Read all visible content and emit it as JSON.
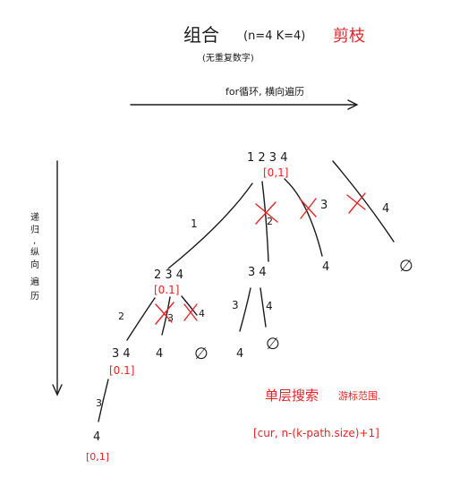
{
  "title": {
    "main": "组合",
    "params": "(n=4  K=4)",
    "subtitle": "(无重复数字)",
    "pruning": "剪枝"
  },
  "axes": {
    "horizontal_label": "for循环, 横向遍历",
    "vertical_label": [
      "递",
      "归",
      ",",
      "纵",
      "向",
      "遍",
      "历"
    ]
  },
  "tree": {
    "root": {
      "items": "1  2  3  4",
      "range": "[0,1]"
    },
    "level1_edges": {
      "e1": "1",
      "e2": "2",
      "e3": "3",
      "e4": "4"
    },
    "level1_nodes": {
      "n1": "2 3 4",
      "n2": "3 4",
      "n3": "4",
      "n4": "∅"
    },
    "level1_range": "[0.1]",
    "level2_edges": {
      "a": "2",
      "b": "3",
      "c": "4",
      "d": "3",
      "e": "4"
    },
    "level2_nodes": {
      "m1": "3 4",
      "m2": "4",
      "m3": "∅",
      "m4": "4",
      "m5": "∅"
    },
    "level2_range": "[0.1]",
    "level3_edge": "3",
    "level3_node": "4",
    "level3_range": "[0,1]"
  },
  "note": {
    "title": "单层搜索",
    "subtitle": "游标范围.",
    "formula": "[cur,  n-(k-path.size)+1]"
  },
  "colors": {
    "ink": "#1a1a1a",
    "red": "#e0262b"
  }
}
